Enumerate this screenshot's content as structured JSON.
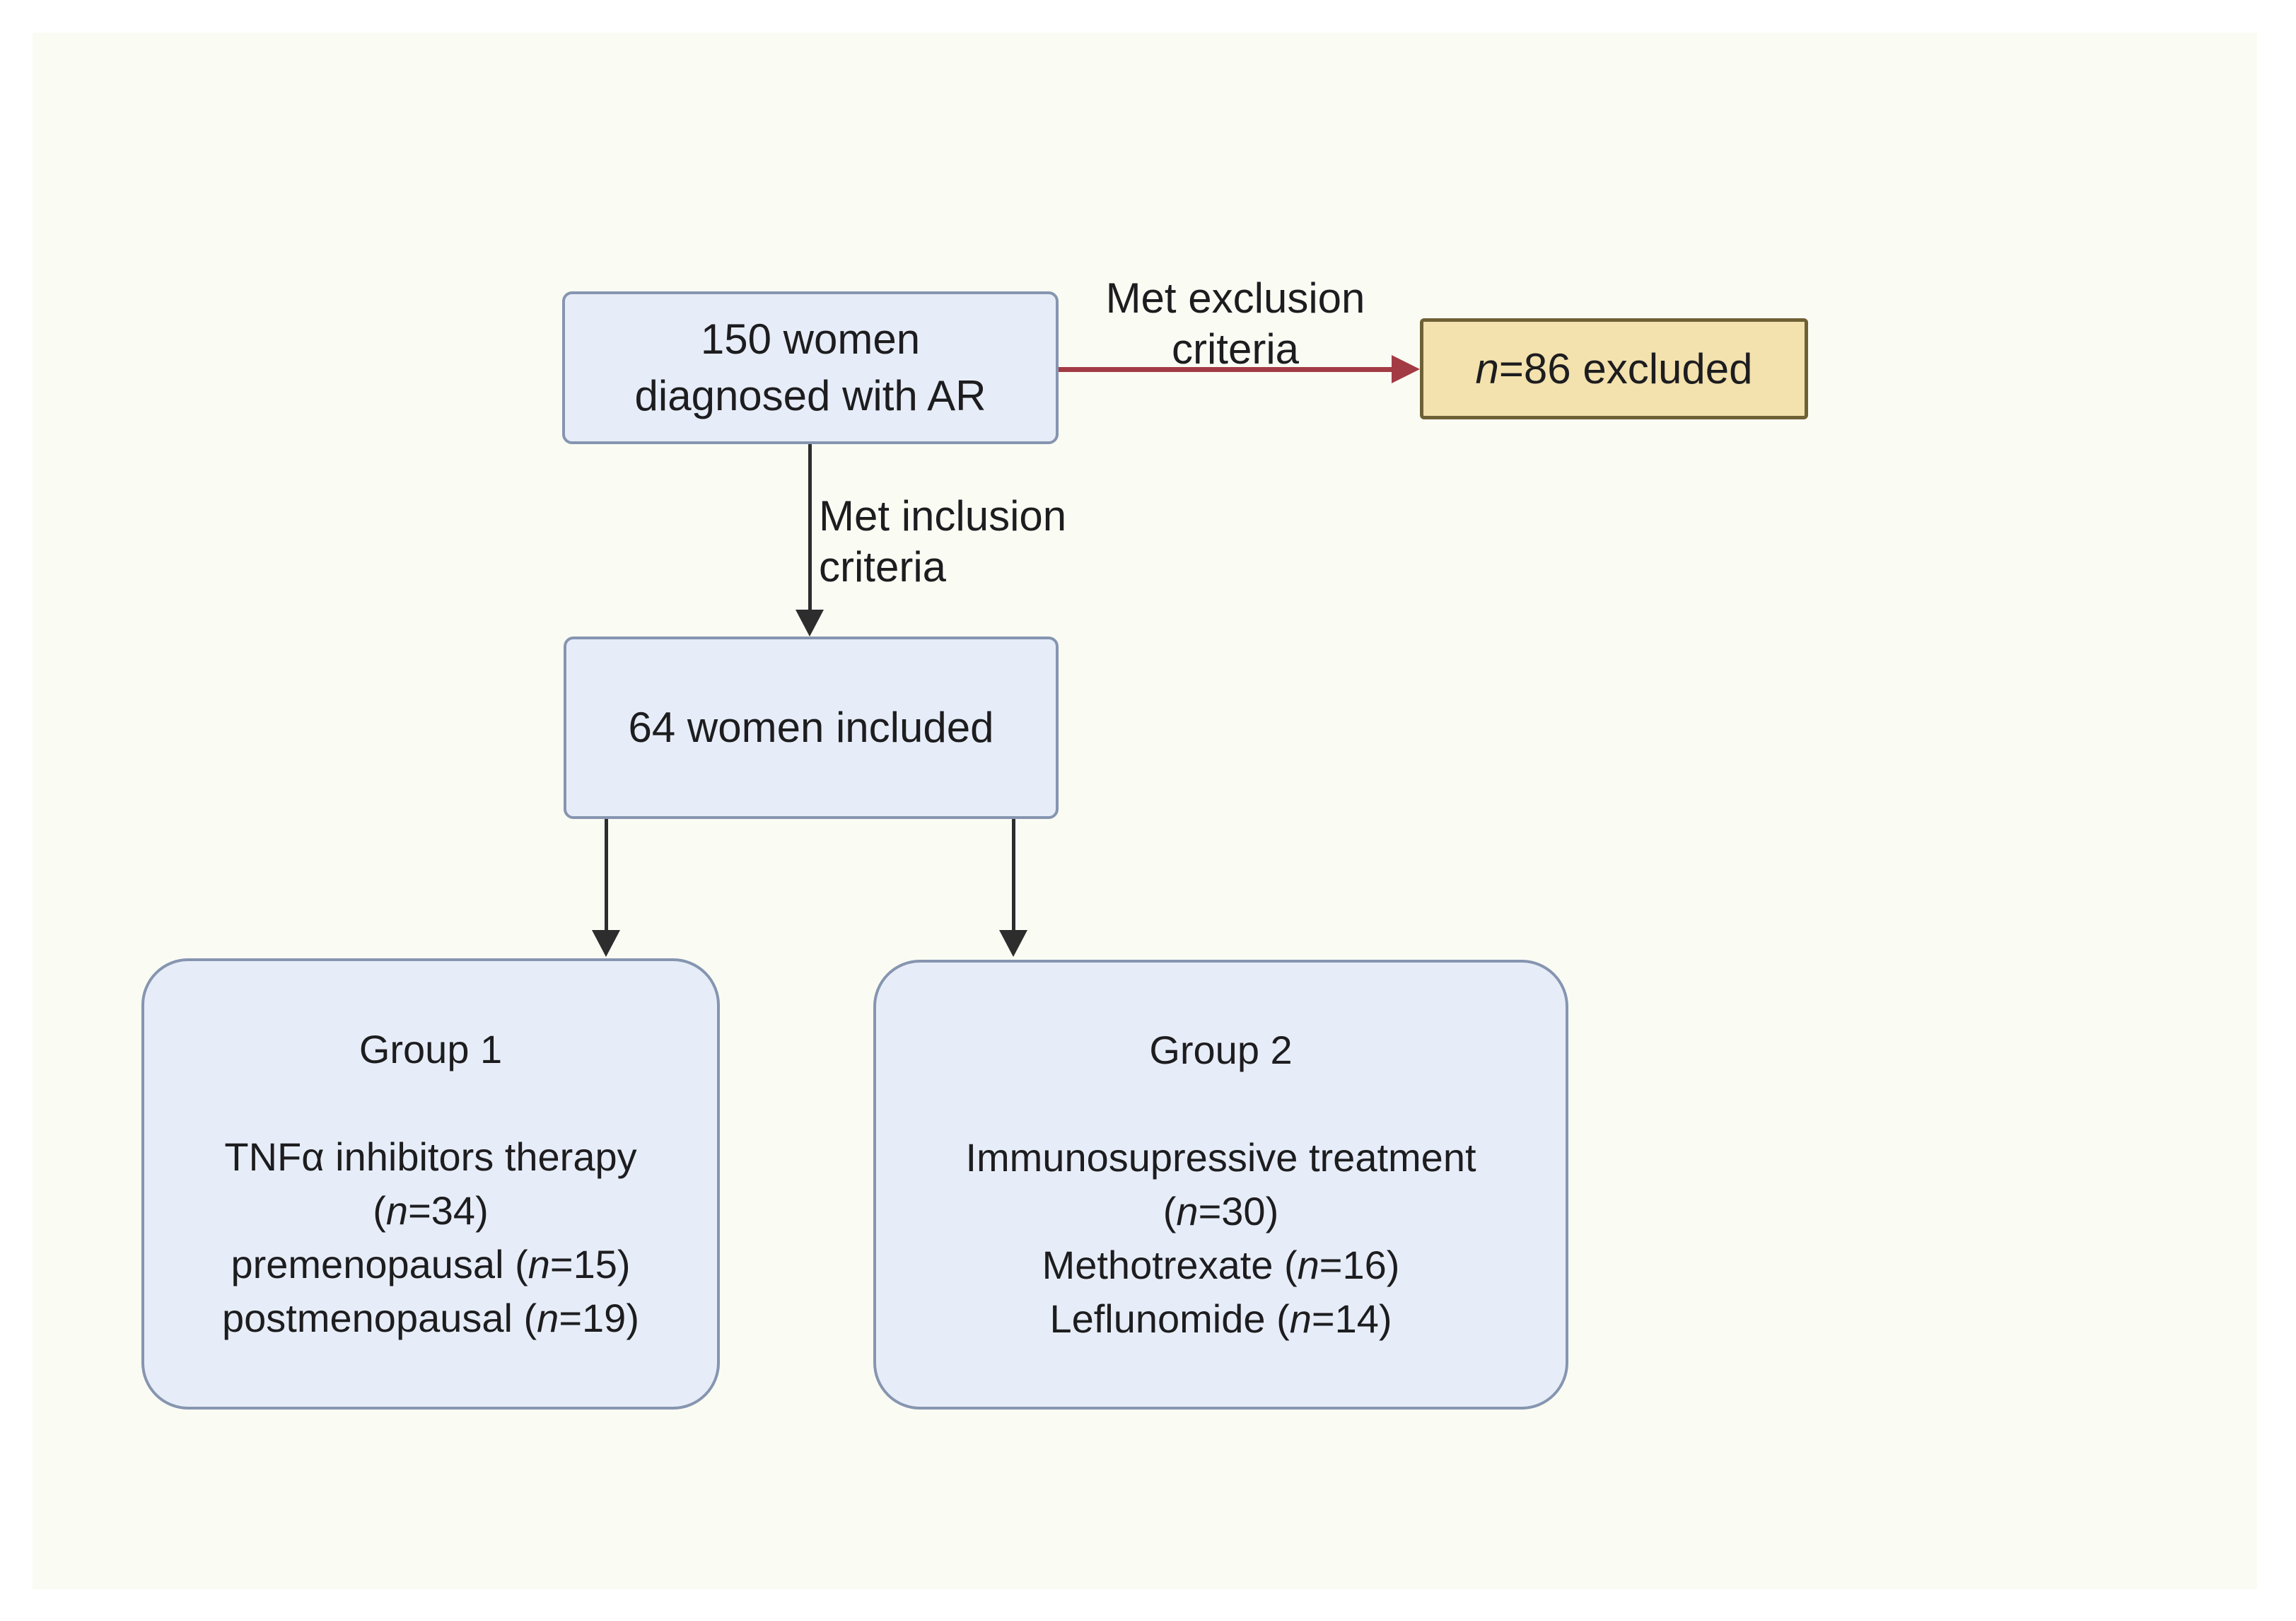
{
  "figure": {
    "type": "study-flowchart",
    "colors": {
      "page-bg": "#ffffff",
      "canvas-bg": "#fafcf4",
      "node-fill": "#e7edf8",
      "node-border": "#8695b0",
      "excluded-fill": "#f3e1ae",
      "excluded-border": "#6f6136",
      "exclusion-arrow": "#a33b45",
      "flow-arrow": "#2d2d2d",
      "text-color": "#1d1d1f"
    }
  },
  "nodes": {
    "start": {
      "lines": [
        [
          {
            "t": "150 women"
          }
        ],
        [
          {
            "t": "diagnosed with AR"
          }
        ]
      ]
    },
    "excluded": {
      "lines": [
        [
          {
            "t": "n",
            "i": true
          },
          {
            "t": "=86 excluded"
          }
        ]
      ]
    },
    "included": {
      "lines": [
        [
          {
            "t": "64 women included"
          }
        ]
      ]
    },
    "group1": {
      "lines": [
        [
          {
            "t": "Group 1"
          }
        ],
        [],
        [
          {
            "t": "TNFα inhibitors therapy"
          }
        ],
        [
          {
            "t": "("
          },
          {
            "t": "n",
            "i": true
          },
          {
            "t": "=34)"
          }
        ],
        [
          {
            "t": "premenopausal ("
          },
          {
            "t": "n",
            "i": true
          },
          {
            "t": "=15)"
          }
        ],
        [
          {
            "t": "postmenopausal ("
          },
          {
            "t": "n",
            "i": true
          },
          {
            "t": "=19)"
          }
        ]
      ]
    },
    "group2": {
      "lines": [
        [
          {
            "t": "Group 2"
          }
        ],
        [],
        [
          {
            "t": "Immunosupressive treatment"
          }
        ],
        [
          {
            "t": "("
          },
          {
            "t": "n",
            "i": true
          },
          {
            "t": "=30)"
          }
        ],
        [
          {
            "t": "Methotrexate ("
          },
          {
            "t": "n",
            "i": true
          },
          {
            "t": "=16)"
          }
        ],
        [
          {
            "t": "Leflunomide ("
          },
          {
            "t": "n",
            "i": true
          },
          {
            "t": "=14)"
          }
        ]
      ]
    }
  },
  "edge_labels": {
    "exclusion": [
      [
        {
          "t": "Met exclusion"
        }
      ],
      [
        {
          "t": "criteria"
        }
      ]
    ],
    "inclusion": [
      [
        {
          "t": "Met inclusion"
        }
      ],
      [
        {
          "t": "criteria"
        }
      ]
    ]
  }
}
